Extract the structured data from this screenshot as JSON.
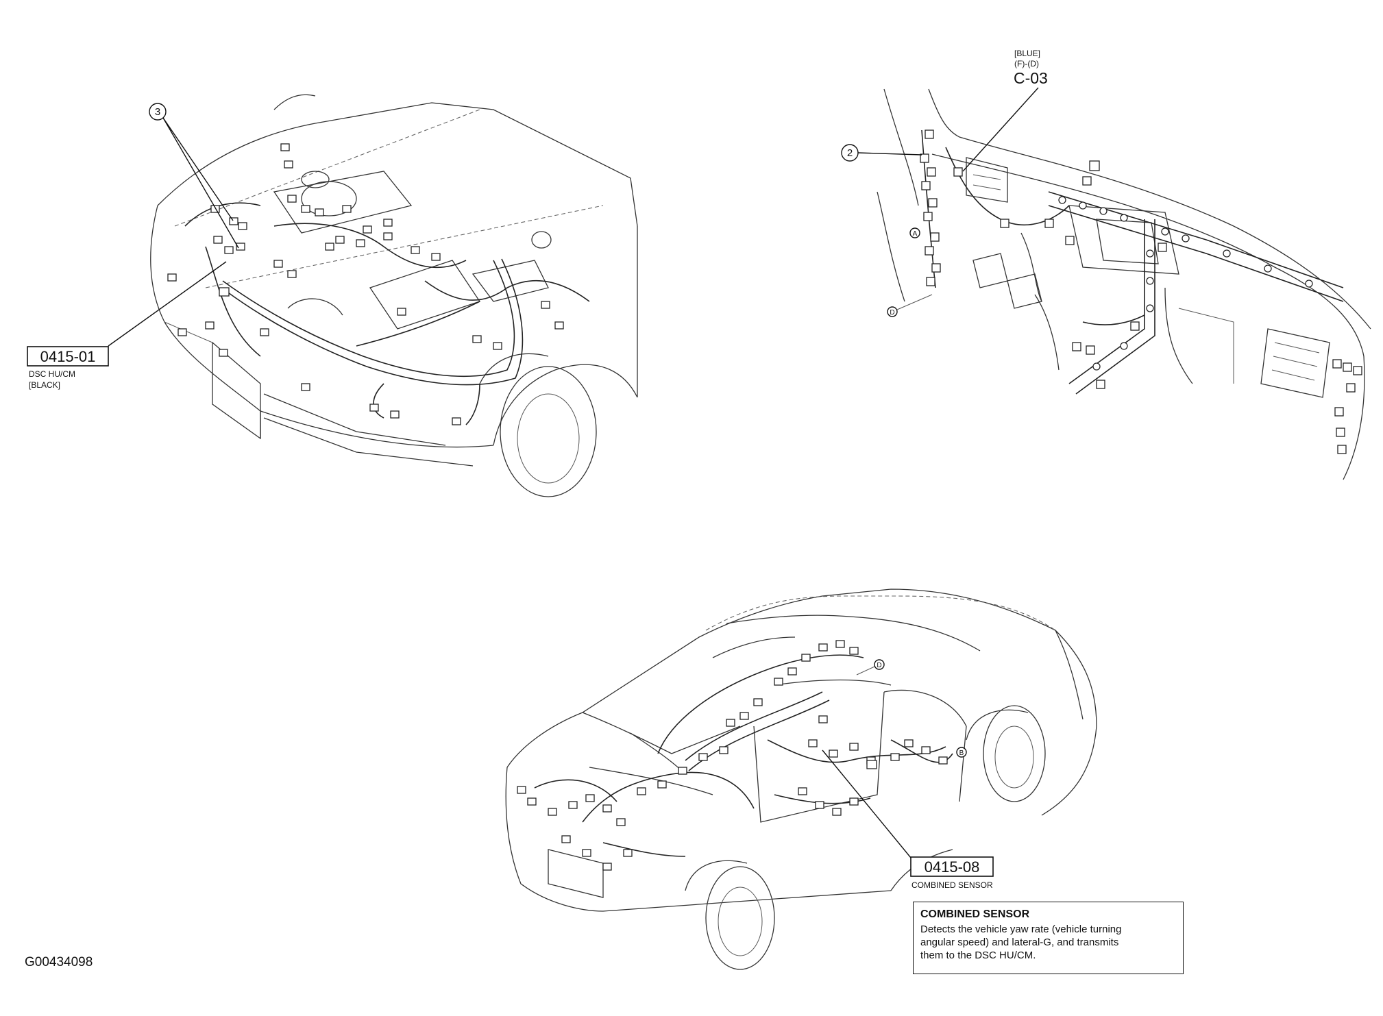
{
  "figure_id": "G00434098",
  "engine_bay": {
    "callout_number": "3",
    "connector_code": "0415-01",
    "connector_name": "DSC HU/CM",
    "connector_color": "[BLACK]"
  },
  "dashboard": {
    "callout_number": "2",
    "connector_color": "[BLUE]",
    "connector_pins": "(F)-(D)",
    "connector_code": "C-03",
    "marker_a": "A",
    "marker_d": "D"
  },
  "vehicle_body": {
    "connector_code": "0415-08",
    "connector_name": "COMBINED SENSOR",
    "marker_b": "B",
    "marker_d": "D"
  },
  "description": {
    "title": "COMBINED SENSOR",
    "lines": [
      "Detects the vehicle yaw rate (vehicle turning",
      "angular speed) and lateral-G, and transmits",
      "them to the DSC HU/CM."
    ]
  }
}
